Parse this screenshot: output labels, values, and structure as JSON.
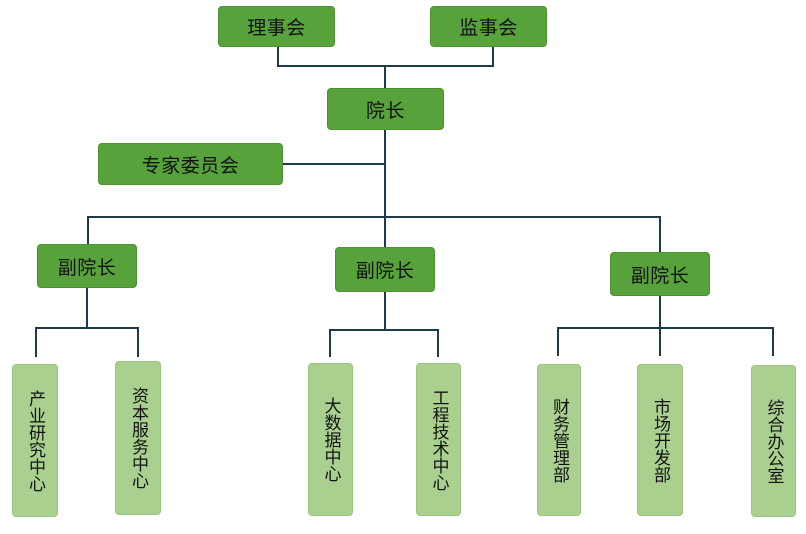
{
  "org": {
    "board": "理事会",
    "supervisors": "监事会",
    "president": "院长",
    "experts": "专家委员会",
    "vp_left": "副院长",
    "vp_center": "副院长",
    "vp_right": "副院长",
    "depts_left": [
      "产业研究中心",
      "资本服务中心"
    ],
    "depts_center": [
      "大数据中心",
      "工程技术中心"
    ],
    "depts_right": [
      "财务管理部",
      "市场开发部",
      "综合办公室"
    ]
  },
  "colors": {
    "node_dark": "#58a23c",
    "node_light": "#a9d08e",
    "connector": "#1f3a4d"
  }
}
